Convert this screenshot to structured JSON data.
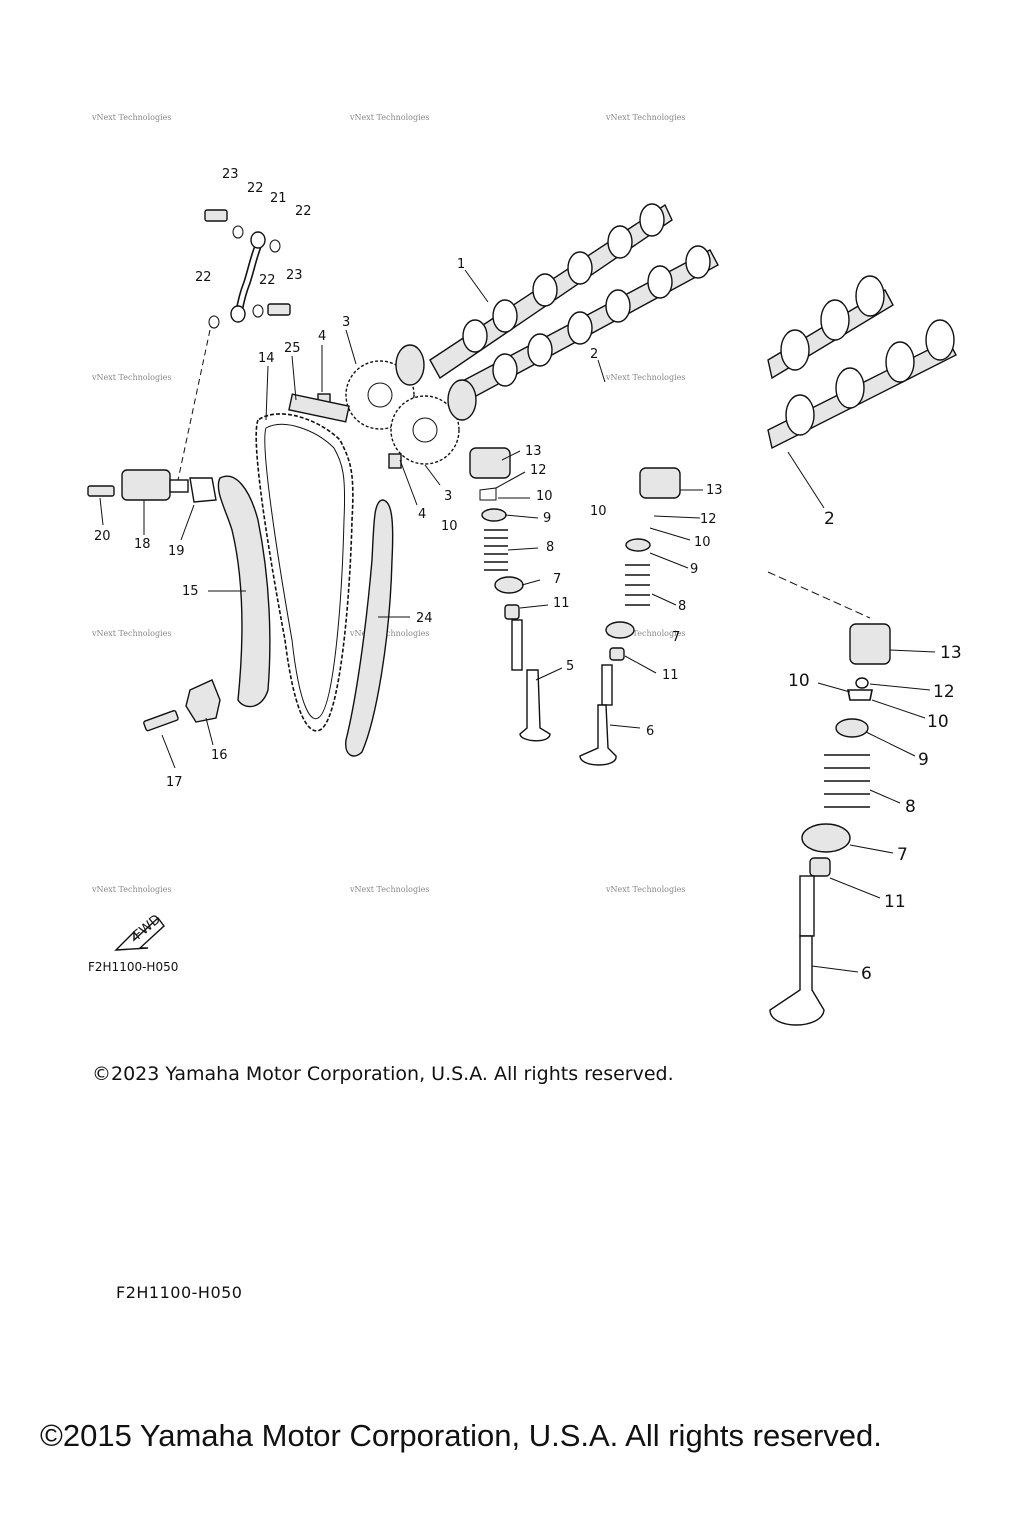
{
  "diagram": {
    "watermark_text": "vNext Technologies",
    "callouts_main": [
      "1",
      "2",
      "3",
      "3",
      "4",
      "4",
      "5",
      "6",
      "7",
      "8",
      "9",
      "10",
      "10",
      "11",
      "12",
      "13",
      "14",
      "15",
      "16",
      "17",
      "18",
      "19",
      "20",
      "21",
      "22",
      "22",
      "22",
      "22",
      "23",
      "23",
      "24",
      "25"
    ],
    "callouts_valve_small": [
      "13",
      "12",
      "10",
      "10",
      "9",
      "8",
      "7",
      "11",
      "6",
      "11",
      "2"
    ],
    "callouts_detail": [
      "2",
      "13",
      "12",
      "10",
      "10",
      "9",
      "8",
      "7",
      "11",
      "6"
    ],
    "fwd_label": "FWD",
    "drawing_code": "F2H1100-H050",
    "copyright_2023": "©2023 Yamaha Motor Corporation, U.S.A. All rights reserved.",
    "drawing_code_2": "F2H1100-H050",
    "copyright_2015": "©2015 Yamaha Motor Corporation, U.S.A. All rights reserved."
  }
}
